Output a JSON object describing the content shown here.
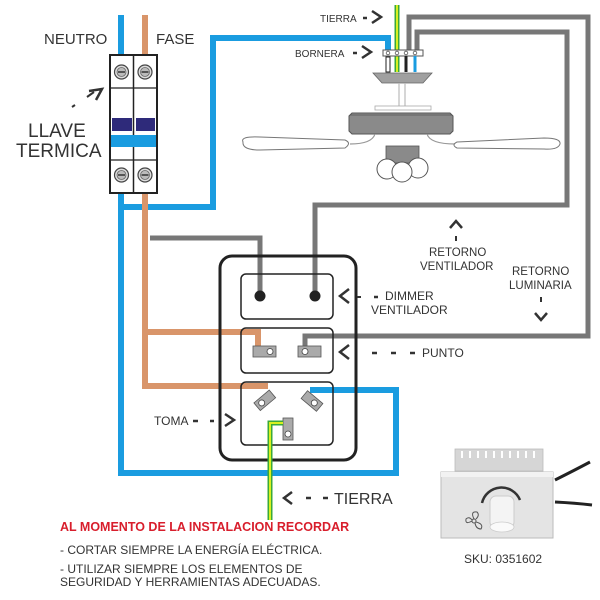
{
  "title": "Diagrama de conexión dimmer ventilador de techo",
  "colors": {
    "neutral_wire": "#1a9ce0",
    "phase_wire": "#d9956a",
    "return_wire": "#777777",
    "ground_outer": "#3aa83a",
    "ground_inner": "#d8f020",
    "breaker_handle": "#2e2a7a",
    "breaker_band": "#1a9ce0",
    "warning_red": "#d81e2c",
    "fan_body": "#8a8a8a"
  },
  "labels": {
    "neutro": "NEUTRO",
    "fase": "FASE",
    "llave_line1": "LLAVE",
    "llave_line2": "TERMICA",
    "tierra_top": "TIERRA",
    "bornera": "BORNERA",
    "retorno_ventilador_line1": "RETORNO",
    "retorno_ventilador_line2": "VENTILADOR",
    "retorno_luminaria_line1": "RETORNO",
    "retorno_luminaria_line2": "LUMINARIA",
    "dimmer_line1": "DIMMER",
    "dimmer_line2": "VENTILADOR",
    "punto": "PUNTO",
    "toma": "TOMA",
    "tierra_bottom": "TIERRA"
  },
  "notes": {
    "title": "AL MOMENTO DE LA INSTALACION RECORDAR",
    "items": [
      "- CORTAR SIEMPRE LA ENERGÍA ELÉCTRICA.",
      "- UTILIZAR SIEMPRE LOS ELEMENTOS DE",
      "SEGURIDAD Y HERRAMIENTAS ADECUADAS."
    ]
  },
  "product": {
    "sku": "SKU: 0351602",
    "icon": "fan-icon"
  }
}
